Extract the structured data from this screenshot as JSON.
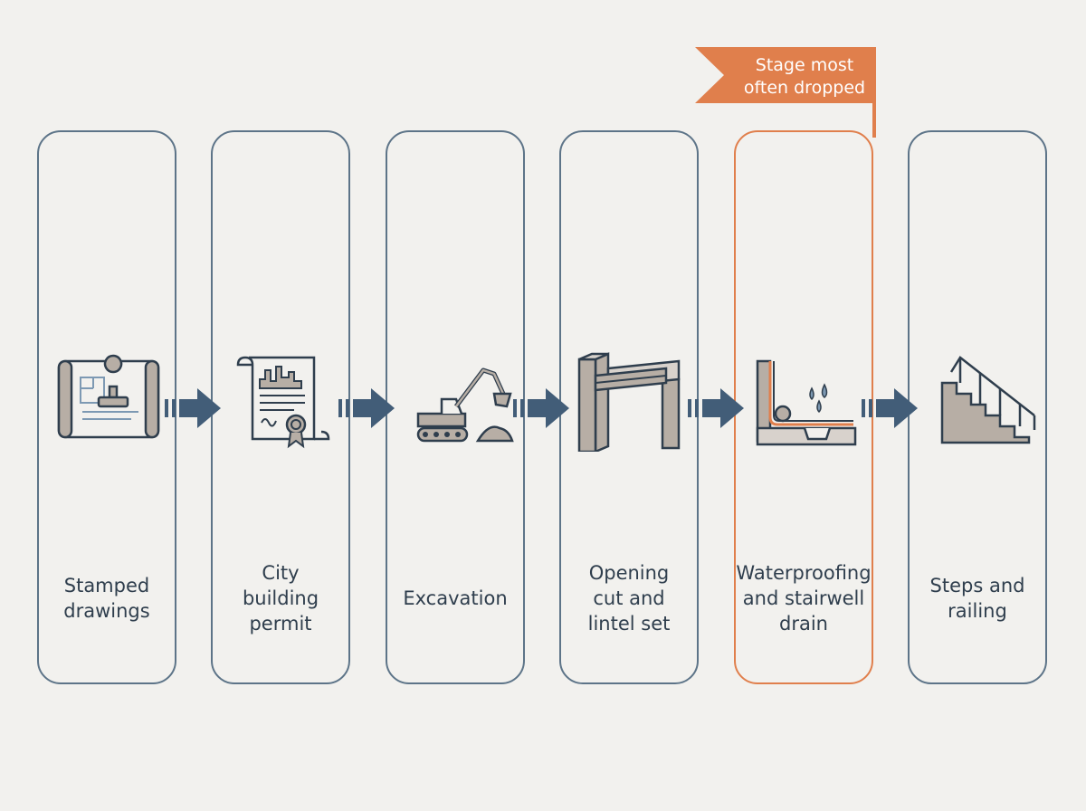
{
  "stages": [
    {
      "label": "Stamped\ndrawings",
      "icon": "stamped-blueprint-icon"
    },
    {
      "label": "City\nbuilding\npermit",
      "icon": "permit-certificate-icon"
    },
    {
      "label": "Excavation",
      "icon": "excavator-icon"
    },
    {
      "label": "Opening\ncut and\nlintel set",
      "icon": "lintel-beam-icon"
    },
    {
      "label": "Waterproofing\nand stairwell\ndrain",
      "icon": "waterproofing-drain-icon"
    },
    {
      "label": "Steps and\nrailing",
      "icon": "stairs-railing-icon"
    }
  ],
  "callout": {
    "text": "Stage most\noften dropped",
    "target_stage": "Waterproofing\nand stairwell\ndrain"
  },
  "colors": {
    "background": "#f2f1ee",
    "stage_border": "#5d7488",
    "highlight": "#e07f4c",
    "arrow": "#425d78",
    "icon_fill": "#b7aea5",
    "text": "#2f3e4d"
  }
}
